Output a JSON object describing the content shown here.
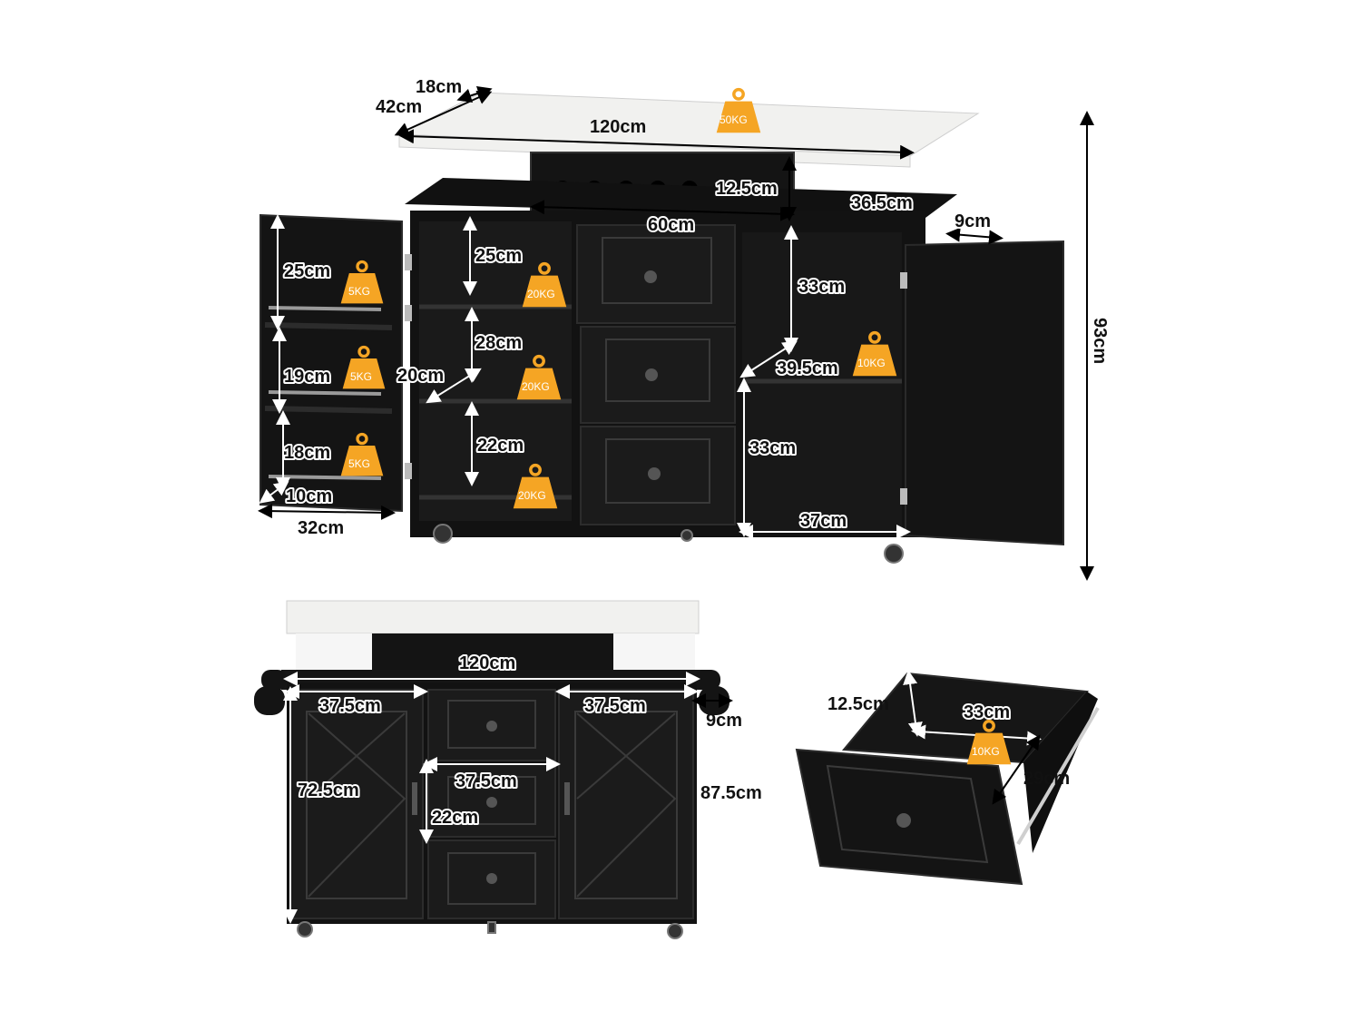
{
  "colors": {
    "cabinet": "#111111",
    "marble": "#f1f1ef",
    "weight_badge": "#f5a524",
    "dimension_line": "#000000"
  },
  "top_view": {
    "depth_label": "42cm",
    "overhang_label": "18cm",
    "width_label": "120cm",
    "top_load": "50KG",
    "wine_rack_height_label": "12.5cm",
    "wine_rack_width_label": "60cm",
    "side_depth_label": "36.5cm",
    "towel_bar_label": "9cm",
    "total_height_label": "93cm",
    "left_door": {
      "shelf_labels": [
        "25cm",
        "19cm",
        "18cm"
      ],
      "loads": [
        "5KG",
        "5KG",
        "5KG"
      ],
      "depth_label": "10cm",
      "width_label": "32cm"
    },
    "left_cabinet": {
      "shelf_labels": [
        "25cm",
        "28cm",
        "22cm"
      ],
      "depth_label": "20cm",
      "loads": [
        "20KG",
        "20KG",
        "20KG"
      ]
    },
    "right_cabinet": {
      "upper_label": "33cm",
      "depth_label": "39.5cm",
      "load": "10KG",
      "lower_label": "33cm",
      "width_label": "37cm"
    }
  },
  "front_view": {
    "width_label": "120cm",
    "left_door_width": "37.5cm",
    "right_door_width": "37.5cm",
    "towel_bar_label": "9cm",
    "door_height": "72.5cm",
    "drawer_width": "37.5cm",
    "drawer_height": "22cm",
    "total_height": "87.5cm"
  },
  "drawer_view": {
    "height_label": "12.5cm",
    "width_label": "33cm",
    "load": "10KG",
    "depth_label": "29cm"
  }
}
